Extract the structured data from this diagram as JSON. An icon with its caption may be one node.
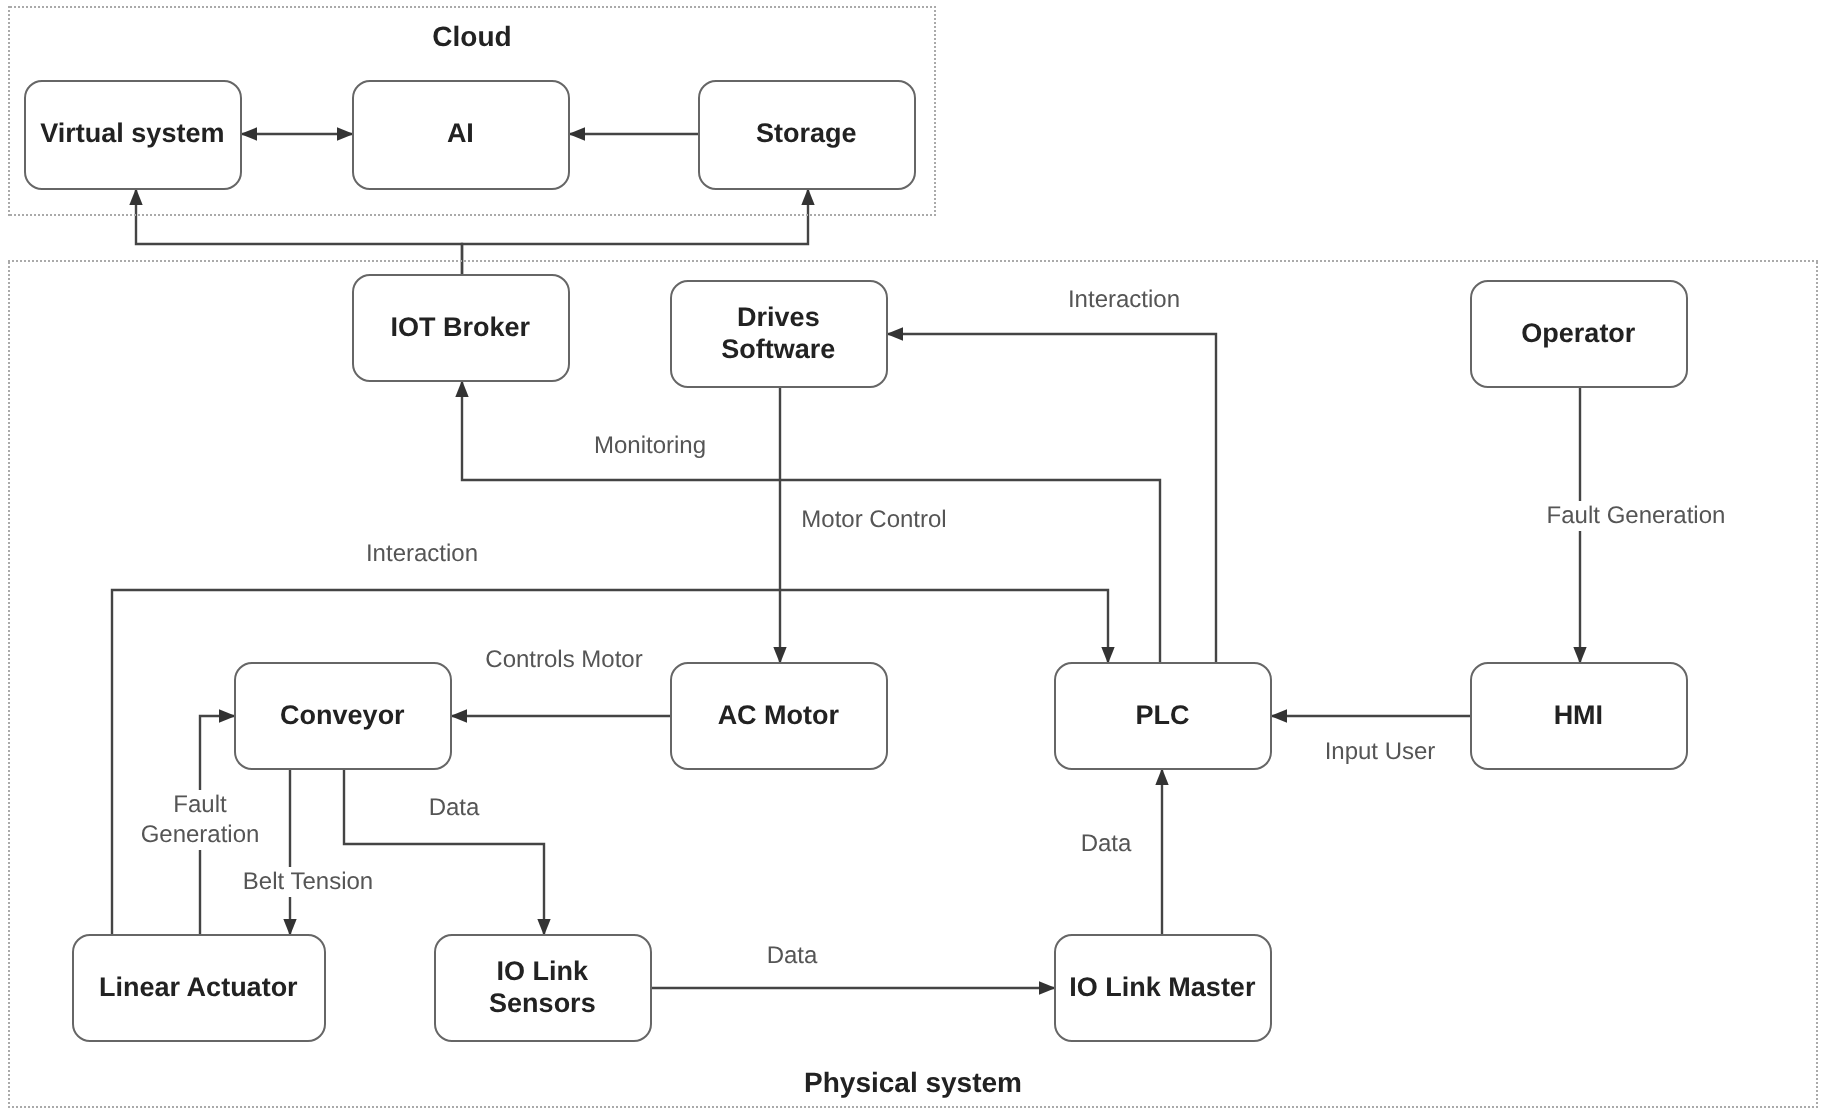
{
  "diagram": {
    "nodes": [
      {
        "text": [
          "Cloud"
        ]
      },
      {
        "text": [
          "Virtual system"
        ],
        "in": 0
      },
      {
        "text": [
          "AI"
        ],
        "in": 0
      },
      {
        "text": [
          "Storage"
        ],
        "in": 0
      },
      {
        "text": [
          "Physical system"
        ]
      },
      {
        "text": [
          "IOT Broker"
        ],
        "in": 4
      },
      {
        "text": [
          "Drives Software"
        ],
        "in": 4
      },
      {
        "text": [
          "Operator"
        ],
        "in": 4
      },
      {
        "text": [
          "Conveyor"
        ],
        "in": 4
      },
      {
        "text": [
          "AC Motor"
        ],
        "in": 4
      },
      {
        "text": [
          "PLC"
        ],
        "in": 4
      },
      {
        "text": [
          "HMI"
        ],
        "in": 4
      },
      {
        "text": [
          "Linear Actuator"
        ],
        "in": 4
      },
      {
        "text": [
          "IO Link Sensors"
        ],
        "in": 4
      },
      {
        "text": [
          "IO Link Master"
        ],
        "in": 4
      }
    ],
    "edges": [
      {
        "from": 1,
        "to": 2,
        "arrow": "both"
      },
      {
        "from": 3,
        "to": 2,
        "arrow": "to"
      },
      {
        "from": 5,
        "to": 1,
        "arrow": "to"
      },
      {
        "from": 5,
        "to": 3,
        "arrow": "to"
      },
      {
        "from": 10,
        "to": 5,
        "label": "Monitoring",
        "arrow": "to"
      },
      {
        "from": 10,
        "to": 6,
        "label": "Interaction",
        "arrow": "to"
      },
      {
        "from": 6,
        "to": 9,
        "label": "Motor Control",
        "arrow": "to"
      },
      {
        "from": 12,
        "to": 10,
        "label": "Interaction",
        "arrow": "to"
      },
      {
        "from": 9,
        "to": 8,
        "label": "Controls Motor",
        "arrow": "to"
      },
      {
        "from": 12,
        "to": 8,
        "label": "Fault Generation",
        "arrow": "to"
      },
      {
        "from": 8,
        "to": 12,
        "label": "Belt Tension",
        "arrow": "to"
      },
      {
        "from": 8,
        "to": 13,
        "label": "Data",
        "arrow": "to"
      },
      {
        "from": 13,
        "to": 14,
        "label": "Data",
        "arrow": "to"
      },
      {
        "from": 14,
        "to": 10,
        "label": "Data",
        "arrow": "to"
      },
      {
        "from": 7,
        "to": 11,
        "label": "Fault Generation",
        "arrow": "to"
      },
      {
        "from": 11,
        "to": 10,
        "label": "Input User",
        "arrow": "to"
      }
    ]
  }
}
